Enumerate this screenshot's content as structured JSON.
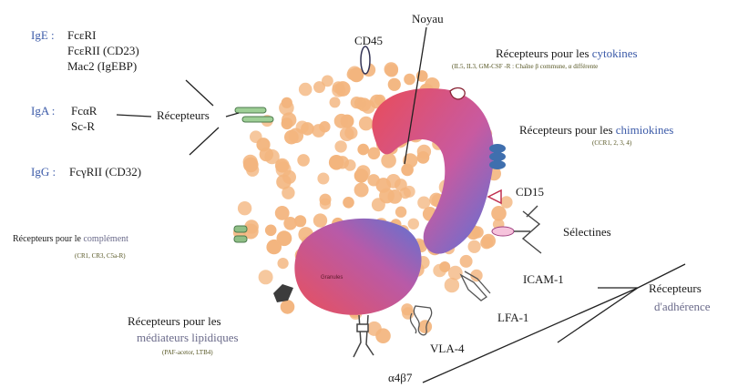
{
  "immunoglobulin_receptors": {
    "ige": {
      "class": "IgE :",
      "items": [
        "FcεRI",
        "FcεRII (CD23)",
        "Mac2 (IgEBP)"
      ]
    },
    "iga": {
      "class": "IgA :",
      "items": [
        "FcαR",
        "Sc-R"
      ]
    },
    "igg": {
      "class": "IgG :",
      "item": "FcγRII (CD32)"
    },
    "group_label": "Récepteurs"
  },
  "nucleus_label": "Noyau",
  "cd45_label": "CD45",
  "cytokine_receptors": {
    "prefix": "Récepteurs pour les",
    "highlight": "cytokines",
    "detail": "(IL5, IL3, GM-CSF -R : Chaîne β commune, α différente"
  },
  "chemokine_receptors": {
    "prefix": "Récepteurs pour les",
    "highlight": "chimiokines",
    "detail": "(CCR1, 2, 3, 4)"
  },
  "cd15_label": "CD15",
  "selectins_label": "Sélectines",
  "complement_receptors": {
    "prefix": "Récepteurs pour le",
    "highlight": "complément",
    "detail": "(CR1, CR3, C5a-R)"
  },
  "adhesion_molecules": {
    "icam": "ICAM-1",
    "lfa": "LFA-1",
    "vla": "VLA-4",
    "a4b7": "α4β7"
  },
  "adhesion_receptors": {
    "line1": "Récepteurs",
    "line2": "d'adhérence"
  },
  "lipid_mediators": {
    "line1": "Récepteurs pour les",
    "line2": "médiateurs lipidiques",
    "detail": "(PAF-acetor, LTB4)"
  },
  "granule_label": "Granules",
  "colors": {
    "cytoplasm_granule": "#f3b57e",
    "nucleus_red": "#e8505e",
    "nucleus_blue": "#5a74d6",
    "receptor_green": "#8fbf86",
    "receptor_blue": "#3a6ea8",
    "text_blue": "#3b5aa8"
  }
}
